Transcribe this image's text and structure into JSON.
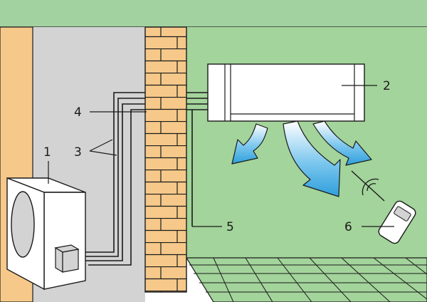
{
  "diagram": {
    "callouts": [
      {
        "id": "1",
        "label": "1"
      },
      {
        "id": "2",
        "label": "2"
      },
      {
        "id": "3",
        "label": "3"
      },
      {
        "id": "4",
        "label": "4"
      },
      {
        "id": "5",
        "label": "5"
      },
      {
        "id": "6",
        "label": "6"
      }
    ],
    "colors": {
      "ceiling": "#a2d2a0",
      "interior_wall": "#a3d49b",
      "exterior_wall": "#d3d3d3",
      "building_side": "#f6c98a",
      "brick_wall": "#f6c98a",
      "floor_tiles": "#a3d49b",
      "airflow": "#3aa7e0",
      "outline": "#1a1a1a",
      "unit_body": "#ffffff",
      "junction_box": "#d3d3d3"
    },
    "icons": {
      "outdoor_unit": "outdoor-condenser-unit-icon",
      "indoor_unit": "indoor-split-unit-icon",
      "remote": "remote-control-icon",
      "airflow": "airflow-arrow-icon"
    }
  }
}
